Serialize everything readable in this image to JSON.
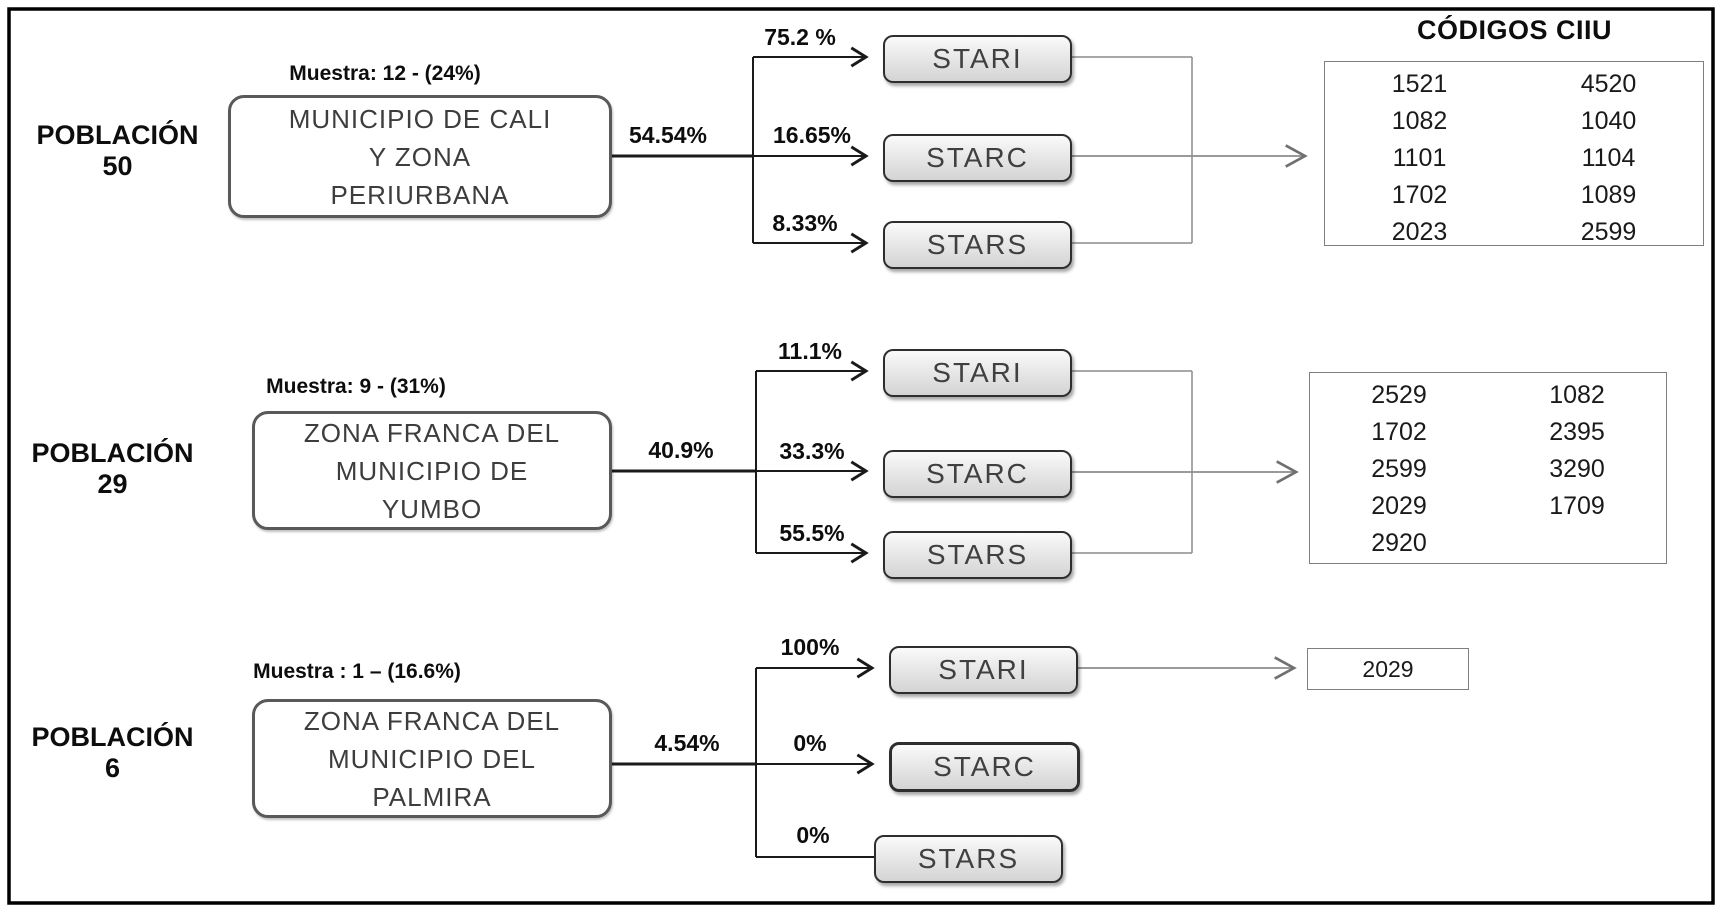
{
  "header": {
    "title": "CÓDIGOS CIIU"
  },
  "colors": {
    "line_black": "#1a1a1a",
    "line_gray": "#8c8c8c",
    "zone_border": "#595959",
    "star_fill": "#e3e3e3"
  },
  "sections": [
    {
      "population_word": "POBLACIÓN",
      "population_number": "50",
      "muestra": "Muestra: 12 - (24%)",
      "box_lines": [
        "MUNICIPIO DE CALI",
        "Y ZONA",
        "PERIURBANA"
      ],
      "main_pct": "54.54%",
      "branches": [
        {
          "pct": "75.2 %",
          "label": "STARI"
        },
        {
          "pct": "16.65%",
          "label": "STARC"
        },
        {
          "pct": "8.33%",
          "label": "STARS"
        }
      ],
      "codes_left": [
        "1521",
        "1082",
        "1101",
        "1702",
        "2023"
      ],
      "codes_right": [
        "4520",
        "1040",
        "1104",
        "1089",
        "2599"
      ]
    },
    {
      "population_word": "POBLACIÓN",
      "population_number": "29",
      "muestra": "Muestra: 9 - (31%)",
      "box_lines": [
        "ZONA FRANCA DEL",
        "MUNICIPIO DE",
        "YUMBO"
      ],
      "main_pct": "40.9%",
      "branches": [
        {
          "pct": "11.1%",
          "label": "STARI"
        },
        {
          "pct": "33.3%",
          "label": "STARC"
        },
        {
          "pct": "55.5%",
          "label": "STARS"
        }
      ],
      "codes_left": [
        "2529",
        "1702",
        "2599",
        "2029",
        "2920"
      ],
      "codes_right": [
        "1082",
        "2395",
        "3290",
        "1709"
      ]
    },
    {
      "population_word": "POBLACIÓN",
      "population_number": "6",
      "muestra": "Muestra : 1 – (16.6%)",
      "box_lines": [
        "ZONA FRANCA DEL",
        "MUNICIPIO DEL",
        "PALMIRA"
      ],
      "main_pct": "4.54%",
      "branches": [
        {
          "pct": "100%",
          "label": "STARI"
        },
        {
          "pct": "0%",
          "label": "STARC"
        },
        {
          "pct": "0%",
          "label": "STARS"
        }
      ],
      "code": "2029"
    }
  ]
}
